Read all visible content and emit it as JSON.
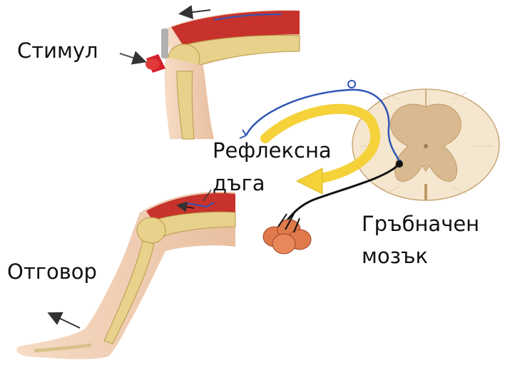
{
  "labels": {
    "stimulus": "Стимул",
    "reflex_arc_line1": "Рефлексна",
    "reflex_arc_line2": "дъга",
    "response": "Отговор",
    "spinal_cord_line1": "Гръбначен",
    "spinal_cord_line2": "мозък"
  },
  "colors": {
    "skin": "#f3d6bf",
    "bone": "#e8d18a",
    "muscle": "#c8322c",
    "sensory_neuron": "#2f55b5",
    "motor_neuron": "#111111",
    "reflex_arrow": "#f5d23a",
    "spinal_gray_matter": "#d9b98f",
    "spinal_white_matter": "#f5e6cf",
    "hammer": "#d3202a"
  }
}
